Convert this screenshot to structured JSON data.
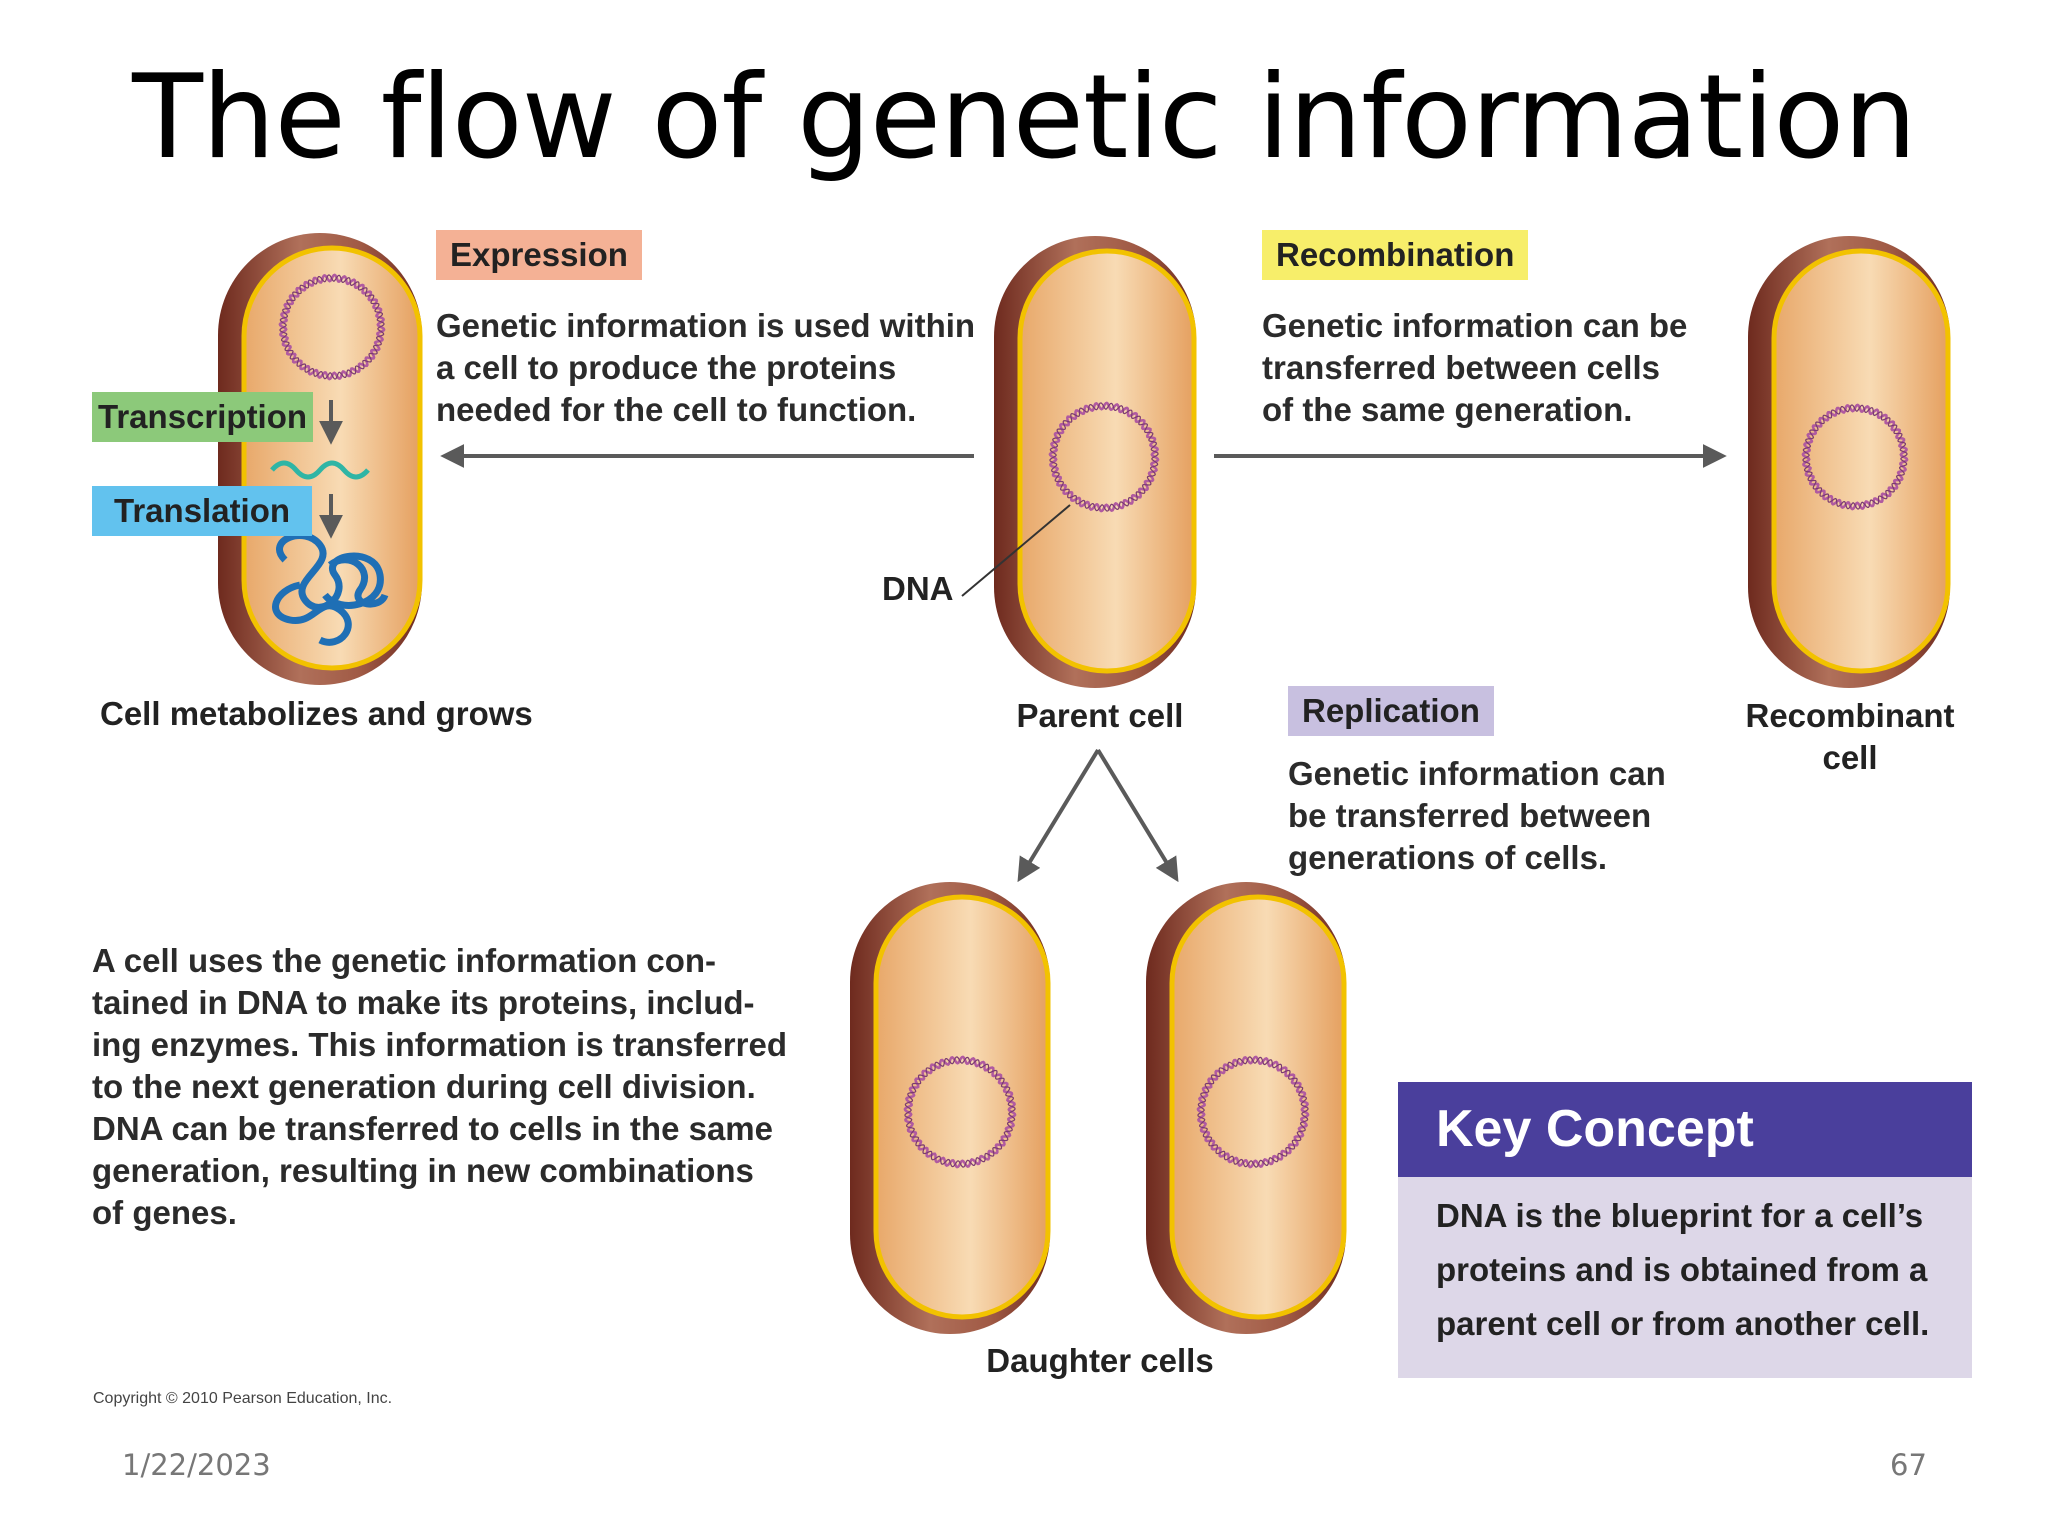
{
  "title": "The flow of genetic information",
  "expression": {
    "tag": "Expression",
    "text": [
      "Genetic information is used within",
      "a cell to produce the proteins",
      "needed for the cell to function."
    ],
    "tag_color": "#f4b195"
  },
  "recombination": {
    "tag": "Recombination",
    "text": [
      "Genetic information can be",
      "transferred between cells",
      "of the same generation."
    ],
    "tag_color": "#f7ee6a"
  },
  "replication": {
    "tag": "Replication",
    "text": [
      "Genetic information can",
      "be transferred between",
      "generations of cells."
    ],
    "tag_color": "#c8c0e0"
  },
  "transcription_tag": {
    "label": "Transcription",
    "color": "#8cc97a"
  },
  "translation_tag": {
    "label": "Translation",
    "color": "#62c2ee"
  },
  "labels": {
    "metabolizes": "Cell metabolizes and grows",
    "parent": "Parent cell",
    "recombinant": [
      "Recombinant",
      "cell"
    ],
    "daughters": "Daughter cells",
    "dna": "DNA"
  },
  "side_text": [
    "A cell uses the genetic information con-",
    "tained in DNA to make its proteins, includ-",
    "ing enzymes. This information is transferred",
    "to the next generation during cell division.",
    "DNA can be transferred to cells in the same",
    "generation, resulting in new combinations",
    "of genes."
  ],
  "key_concept": {
    "title": "Key Concept",
    "lines": [
      "DNA is the blueprint for a cell’s",
      "proteins and is obtained from a",
      "parent cell or from another cell."
    ],
    "header_color": "#4a3f9c",
    "body_color": "#ddd7e8"
  },
  "copyright": "Copyright © 2010 Pearson Education, Inc.",
  "footer": {
    "date": "1/22/2023",
    "page": "67"
  },
  "colors": {
    "cell_wall": "#8a3a2a",
    "cell_membrane": "#f2c200",
    "cytoplasm": "#f2c896",
    "dna": "#b05aa0",
    "mrna": "#2fb5a5",
    "protein": "#1f6fb5",
    "arrow": "#5a5a5a"
  }
}
